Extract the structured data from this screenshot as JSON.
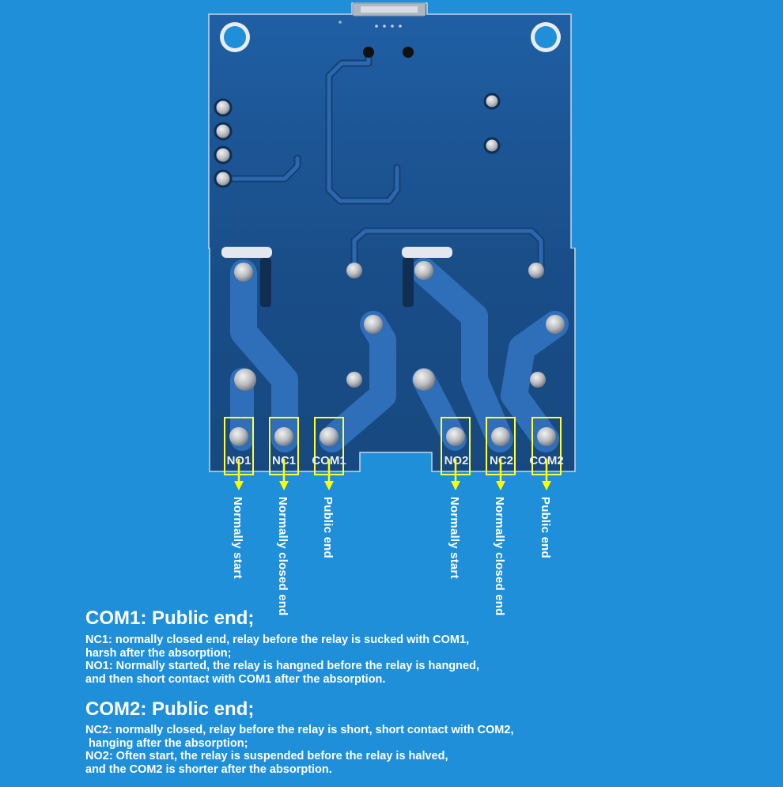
{
  "terminals": [
    {
      "id": "no1",
      "label": "NO1",
      "description": "Normally start"
    },
    {
      "id": "nc1",
      "label": "NC1",
      "description": "Normally closed end"
    },
    {
      "id": "com1",
      "label": "COM1",
      "description": "Public end"
    },
    {
      "id": "no2",
      "label": "NO2",
      "description": "Normally start"
    },
    {
      "id": "nc2",
      "label": "NC2",
      "description": "Normally closed end"
    },
    {
      "id": "com2",
      "label": "COM2",
      "description": "Public end"
    }
  ],
  "section1": {
    "heading": "COM1: Public end;",
    "lines": [
      "NC1: normally closed end, relay before the relay is sucked with COM1,",
      "harsh after the absorption;",
      "NO1: Normally started, the relay is hangned before the relay is hangned,",
      "and then short contact with COM1 after the absorption."
    ]
  },
  "section2": {
    "heading": "COM2: Public end;",
    "lines": [
      "NC2: normally closed, relay before the relay is short, short contact with COM2,",
      " hanging after the absorption;",
      "NO2: Often start, the relay is suspended before the relay is halved,",
      "and the COM2 is shorter after the absorption."
    ]
  },
  "colors": {
    "background": "#1f8fd9",
    "board": "#1e4f8c",
    "board_dark": "#153e72",
    "trace": "#2a68b0",
    "highlight_box": "#ffff33",
    "arrow": "#ffff00",
    "text": "#ffffff"
  }
}
